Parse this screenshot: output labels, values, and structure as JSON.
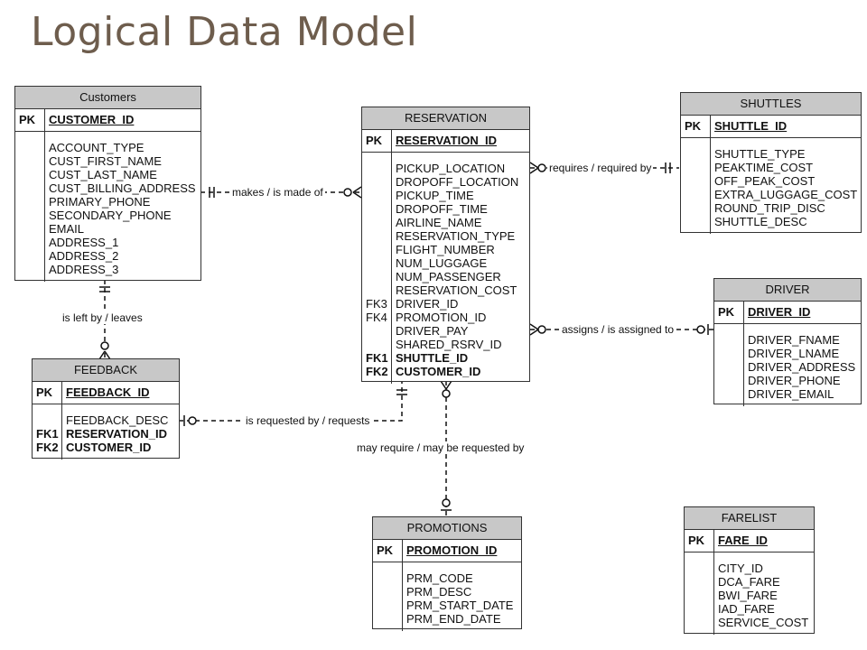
{
  "title": "Logical Data Model",
  "entities": {
    "customers": {
      "name": "Customers",
      "pk_tag": "PK",
      "pk": "CUSTOMER_ID",
      "attributes": [
        {
          "key": "",
          "name": "ACCOUNT_TYPE"
        },
        {
          "key": "",
          "name": "CUST_FIRST_NAME"
        },
        {
          "key": "",
          "name": "CUST_LAST_NAME"
        },
        {
          "key": "",
          "name": "CUST_BILLING_ADDRESS"
        },
        {
          "key": "",
          "name": "PRIMARY_PHONE"
        },
        {
          "key": "",
          "name": "SECONDARY_PHONE"
        },
        {
          "key": "",
          "name": "EMAIL"
        },
        {
          "key": "",
          "name": "ADDRESS_1"
        },
        {
          "key": "",
          "name": "ADDRESS_2"
        },
        {
          "key": "",
          "name": "ADDRESS_3"
        }
      ]
    },
    "reservation": {
      "name": "RESERVATION",
      "pk_tag": "PK",
      "pk": "RESERVATION_ID",
      "attributes": [
        {
          "key": "",
          "name": "PICKUP_LOCATION"
        },
        {
          "key": "",
          "name": "DROPOFF_LOCATION"
        },
        {
          "key": "",
          "name": "PICKUP_TIME"
        },
        {
          "key": "",
          "name": "DROPOFF_TIME"
        },
        {
          "key": "",
          "name": "AIRLINE_NAME"
        },
        {
          "key": "",
          "name": "RESERVATION_TYPE"
        },
        {
          "key": "",
          "name": "FLIGHT_NUMBER"
        },
        {
          "key": "",
          "name": "NUM_LUGGAGE"
        },
        {
          "key": "",
          "name": "NUM_PASSENGER"
        },
        {
          "key": "",
          "name": "RESERVATION_COST"
        },
        {
          "key": "FK3",
          "name": "DRIVER_ID"
        },
        {
          "key": "FK4",
          "name": "PROMOTION_ID"
        },
        {
          "key": "",
          "name": "DRIVER_PAY"
        },
        {
          "key": "",
          "name": "SHARED_RSRV_ID"
        },
        {
          "key": "FK1",
          "name": "SHUTTLE_ID",
          "bold": true
        },
        {
          "key": "FK2",
          "name": "CUSTOMER_ID",
          "bold": true
        }
      ]
    },
    "shuttles": {
      "name": "SHUTTLES",
      "pk_tag": "PK",
      "pk": "SHUTTLE_ID",
      "attributes": [
        {
          "key": "",
          "name": "SHUTTLE_TYPE"
        },
        {
          "key": "",
          "name": "PEAKTIME_COST"
        },
        {
          "key": "",
          "name": "OFF_PEAK_COST"
        },
        {
          "key": "",
          "name": "EXTRA_LUGGAGE_COST"
        },
        {
          "key": "",
          "name": "ROUND_TRIP_DISC"
        },
        {
          "key": "",
          "name": "SHUTTLE_DESC"
        }
      ]
    },
    "driver": {
      "name": "DRIVER",
      "pk_tag": "PK",
      "pk": "DRIVER_ID",
      "attributes": [
        {
          "key": "",
          "name": "DRIVER_FNAME"
        },
        {
          "key": "",
          "name": "DRIVER_LNAME"
        },
        {
          "key": "",
          "name": "DRIVER_ADDRESS"
        },
        {
          "key": "",
          "name": "DRIVER_PHONE"
        },
        {
          "key": "",
          "name": "DRIVER_EMAIL"
        }
      ]
    },
    "feedback": {
      "name": "FEEDBACK",
      "pk_tag": "PK",
      "pk": "FEEDBACK_ID",
      "attributes": [
        {
          "key": "",
          "name": "FEEDBACK_DESC"
        },
        {
          "key": "FK1",
          "name": "RESERVATION_ID",
          "bold": true
        },
        {
          "key": "FK2",
          "name": "CUSTOMER_ID",
          "bold": true
        }
      ]
    },
    "promotions": {
      "name": "PROMOTIONS",
      "pk_tag": "PK",
      "pk": "PROMOTION_ID",
      "attributes": [
        {
          "key": "",
          "name": "PRM_CODE"
        },
        {
          "key": "",
          "name": "PRM_DESC"
        },
        {
          "key": "",
          "name": "PRM_START_DATE"
        },
        {
          "key": "",
          "name": "PRM_END_DATE"
        }
      ]
    },
    "farelist": {
      "name": "FARELIST",
      "pk_tag": "PK",
      "pk": "FARE_ID",
      "attributes": [
        {
          "key": "",
          "name": "CITY_ID"
        },
        {
          "key": "",
          "name": "DCA_FARE"
        },
        {
          "key": "",
          "name": "BWI_FARE"
        },
        {
          "key": "",
          "name": "IAD_FARE"
        },
        {
          "key": "",
          "name": "SERVICE_COST"
        }
      ]
    }
  },
  "relationships": {
    "makes": "makes / is made of",
    "requires": "requires / required by",
    "assigns": "assigns / is assigned to",
    "left_by": "is left by / leaves",
    "requested_by": "is requested by / requests",
    "may_require": "may require / may be requested by"
  }
}
